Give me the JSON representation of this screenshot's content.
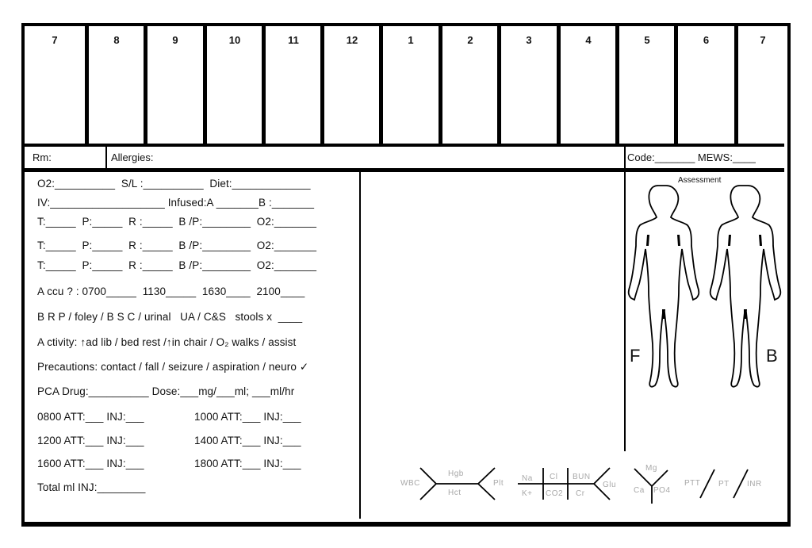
{
  "hour_grid": {
    "hours": [
      "7",
      "8",
      "9",
      "10",
      "11",
      "12",
      "1",
      "2",
      "3",
      "4",
      "5",
      "6",
      "7"
    ]
  },
  "info_bar": {
    "room_label": "Rm:",
    "allergies_label": "Allergies:",
    "code_mews_label": "Code:_______ MEWS:____"
  },
  "left_panel": {
    "lines": [
      "O2:__________  S/L :__________  Diet:_____________",
      "IV:___________________ Infused:A _______B :_______",
      "T:_____  P:_____  R :_____  B /P:________  O2:_______",
      "T:_____  P:_____  R :_____  B /P:________  O2:_______",
      "T:_____  P:_____  R :_____  B /P:________  O2:_______",
      "A ccu ? : 0700_____  1130_____  1630____  2100____",
      "B R P / foley / B S C / urinal   UA / C&S   stools x  ____",
      "A ctivity: ↑ad lib / bed rest /↑in chair / O₂ walks / assist",
      "Precautions: contact / fall / seizure / aspiration / neuro ✓",
      "PCA Drug:__________ Dose:___mg/___ml; ___ml/hr"
    ],
    "pca_schedule": [
      {
        "left": "0800 ATT:___ INJ:___",
        "right": "1000 ATT:___ INJ:___"
      },
      {
        "left": "1200 ATT:___ INJ:___",
        "right": "1400 ATT:___ INJ:___"
      },
      {
        "left": "1600 ATT:___ INJ:___",
        "right": "1800 ATT:___ INJ:___"
      }
    ],
    "total_label": "Total ml INJ:________"
  },
  "assessment": {
    "title": "Assessment",
    "front_label": "F",
    "back_label": "B"
  },
  "labs": {
    "cbc": {
      "left": "WBC",
      "top": "Hgb",
      "bottom": "Hct",
      "right": "Plt"
    },
    "bmp": {
      "top": [
        "Na",
        "Cl",
        "BUN"
      ],
      "bottom": [
        "K+",
        "CO2",
        "Cr"
      ],
      "right": "Glu"
    },
    "minerals": {
      "top": "Mg",
      "left": "Ca",
      "right": "PO4"
    },
    "coag": {
      "a": "PTT",
      "b": "PT",
      "c": "INR"
    }
  },
  "colors": {
    "line": "#000000",
    "lab_text": "#a8a8a8"
  }
}
